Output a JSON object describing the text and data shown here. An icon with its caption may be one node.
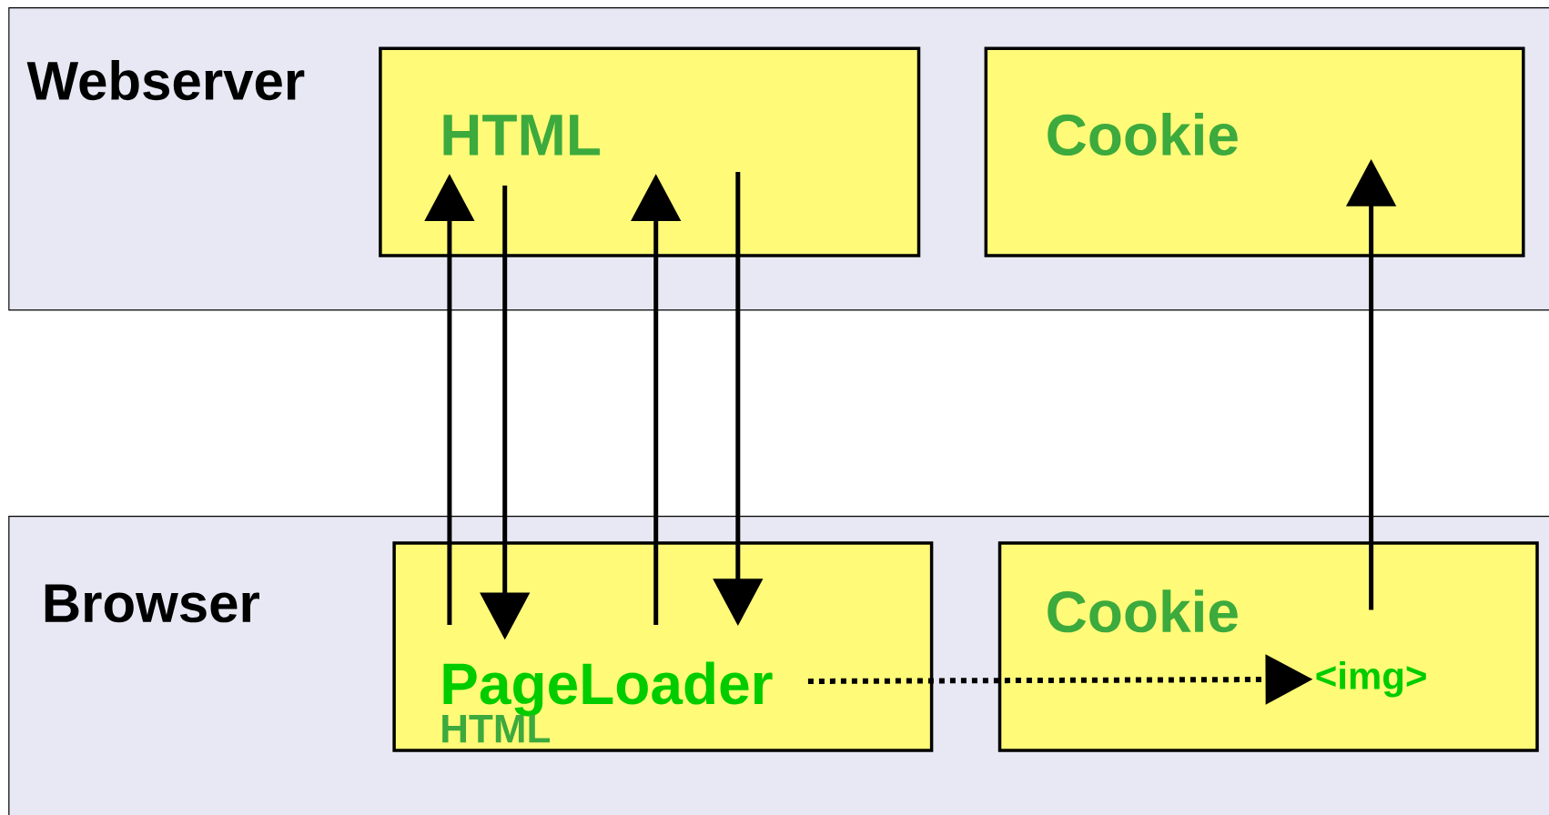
{
  "diagram": {
    "nodes": [
      {
        "text": [
          "Webserver"
        ]
      },
      {
        "text": [
          "HTML"
        ],
        "in": 0
      },
      {
        "text": [
          "Cookie"
        ],
        "in": 0
      },
      {
        "text": [
          "Browser"
        ]
      },
      {
        "text": [
          "PageLoader",
          "HTML"
        ],
        "in": 3
      },
      {
        "text": [
          "Cookie"
        ],
        "in": 3
      },
      {
        "text": [
          "<img>"
        ],
        "in": 5
      }
    ],
    "edges": [
      {
        "from": 4,
        "to": 1,
        "arrow": "to"
      },
      {
        "from": 1,
        "to": 4,
        "arrow": "to"
      },
      {
        "from": 4,
        "to": 1,
        "arrow": "to"
      },
      {
        "from": 1,
        "to": 4,
        "arrow": "to"
      },
      {
        "from": 6,
        "to": 2,
        "arrow": "to"
      },
      {
        "from": 4,
        "to": 6,
        "arrow": "to",
        "style": "dashed"
      }
    ]
  }
}
